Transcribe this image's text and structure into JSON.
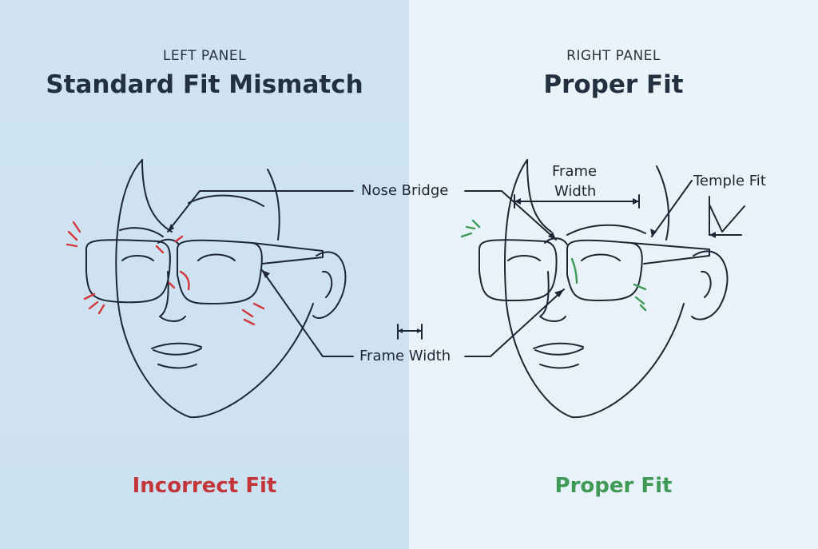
{
  "left_panel": {
    "kicker": "LEFT PANEL",
    "title": "Standard Fit Mismatch",
    "verdict": "Incorrect Fit",
    "verdict_color": "#c2363a",
    "background": "#cfe3f2"
  },
  "right_panel": {
    "kicker": "RIGHT PANEL",
    "title": "Proper Fit",
    "verdict": "Proper Fit",
    "verdict_color": "#3f9a55",
    "background": "#eaf3fa"
  },
  "labels": {
    "nose_bridge": "Nose Bridge",
    "frame_width_center": "Frame Width",
    "frame_width_top_line1": "Frame",
    "frame_width_top_line2": "Width",
    "temple_fit": "Temple Fit"
  },
  "colors": {
    "line": "#1d2733",
    "problem_marks": "#d2383c",
    "good_marks": "#3f9a55"
  }
}
